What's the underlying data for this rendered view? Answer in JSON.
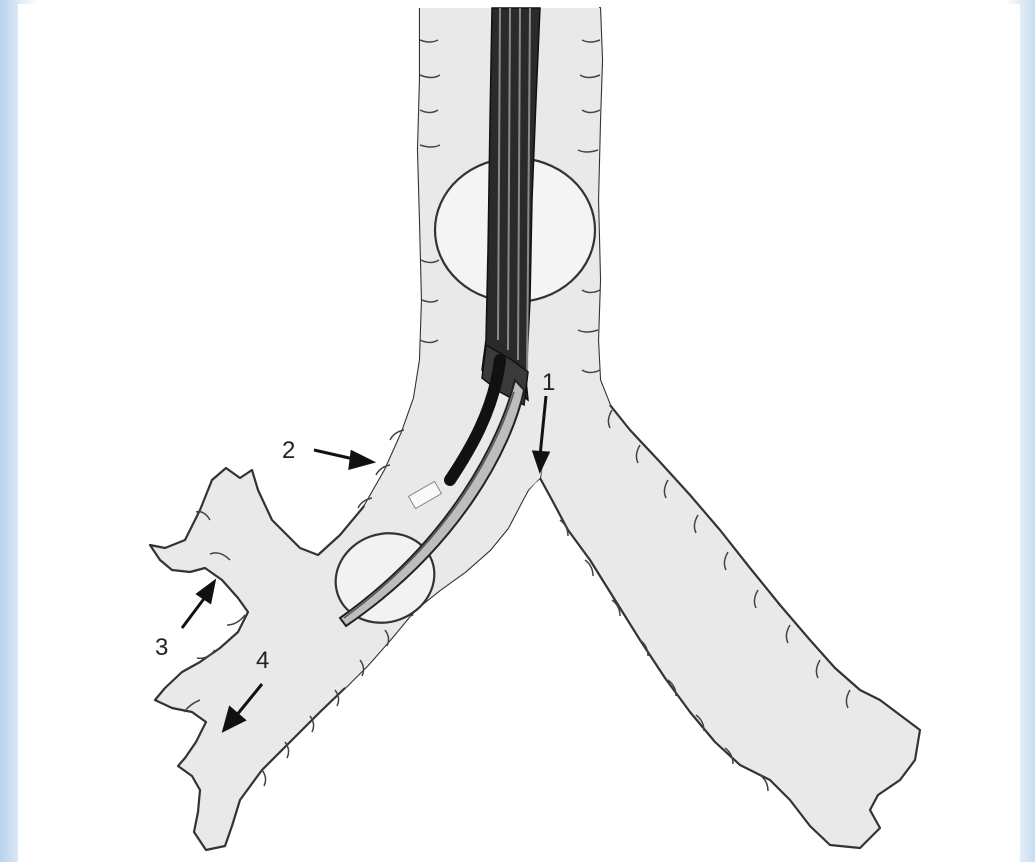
{
  "labels": [
    {
      "text": "1"
    },
    {
      "text": "2"
    },
    {
      "text": "3"
    },
    {
      "text": "4"
    }
  ],
  "colors": {
    "airway_fill": "#e9e9e9",
    "outline": "#333333",
    "tube": "#1e1e1e",
    "cuff_fill": "#f4f4f4",
    "background_edge": "#b9d2ec"
  }
}
